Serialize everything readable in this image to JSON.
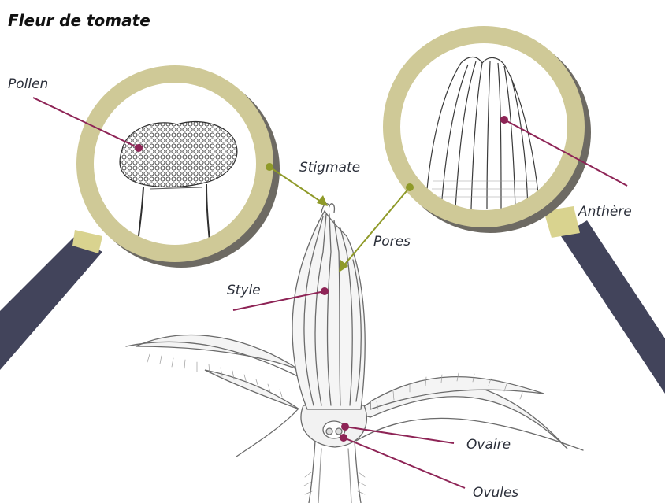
{
  "title": "Fleur de tomate",
  "labels": {
    "pollen": "Pollen",
    "stigmate": "Stigmate",
    "pores": "Pores",
    "anthere": "Anthère",
    "style": "Style",
    "ovaire": "Ovaire",
    "ovules": "Ovules"
  },
  "colors": {
    "lens_ring": "#cfc997",
    "lens_shadow": "#6d6a63",
    "handle": "#42445b",
    "handle_joint": "#d9d38f",
    "callout_magenta": "#8e2456",
    "callout_olive": "#8f9a29",
    "sketch": "#6b6b6b"
  },
  "icons": {
    "left_loupe": "magnifier-icon",
    "right_loupe": "magnifier-icon"
  }
}
